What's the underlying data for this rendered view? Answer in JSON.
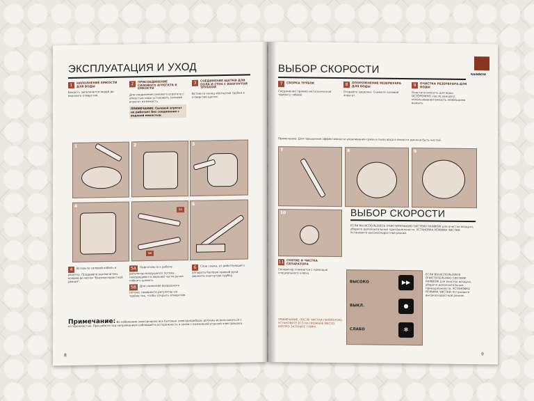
{
  "left_page": {
    "heading": "ЭКСПЛУАТАЦИЯ И УХОД",
    "steps": [
      {
        "num": "1",
        "title": "НАПОЛНЕНИЕ ЕМКОСТИ ДЛЯ ВОДЫ",
        "text": "Емкость заполняется водой до верхнего отверстия."
      },
      {
        "num": "2",
        "title": "ПРИСОЕДИНЕНИЕ СИЛОВОГО АГРЕГАТА К ЕМКОСТИ",
        "text": "Для соединения силового агрегата с емкостью надо установить силовой агрегат на емкость.",
        "note": "ПРИМЕЧАНИЕ: Силовой агрегат не работает без соединения с водяной емкостью."
      },
      {
        "num": "3",
        "title": "СОЕДИНЕНИЕ ЩЕТКИ ДЛЯ ПОЛА И СТЕН С ИЗОГНУТОЙ ТРУБКОЙ",
        "text": "Вставьте конец изогнутой трубки в отверстие щетки."
      }
    ],
    "images": [
      "1",
      "2",
      "3",
      "4",
      "5A",
      "5B",
      "6"
    ],
    "captions": [
      {
        "num": "4",
        "text": "Вставьте силовой кабель в розетку. Продавите выключатель вперед до метки \"Высокоскоростной режим\"."
      },
      {
        "num": "5A",
        "text": "Подготовьте к работе регулятор воздушного потока, находящийся в верхней части ручки гибкого шланга."
      },
      {
        "num": "5B",
        "text": "Для снижения воздушного потока, поверните регулятор на трубке так, чтобы открыть отверстие."
      },
      {
        "num": "6",
        "text": "Слое схема, от действующего аппарата Rainbow правый руки держите изогнутую трубку."
      }
    ],
    "footnote_title": "Примечание:",
    "footnote_text": "Во избежание электрошока все бытовые электроприборы должны использоваться с осторожностью. При работе под напряжением соблюдайте осторожность в связи с возможной угрозой электрошока.",
    "page_number": "8"
  },
  "right_page": {
    "heading": "ВЫБОР СКОРОСТИ",
    "brand": "RAINBOW",
    "steps": [
      {
        "num": "7",
        "title": "СБОРКА ТРУБОК",
        "text": "Соединение прямой металлической трубки с гибкой."
      },
      {
        "num": "8",
        "title": "ОПОРОЖНЕНИЕ РЕЗЕРВУАРА ДЛЯ ВОДЫ",
        "text": "Откройте защелки. Снимите силовой агрегат."
      },
      {
        "num": "9",
        "title": "ОЧИСТКА РЕЗЕРВУАРА ДЛЯ ВОДЫ",
        "text": "Очистите емкость для воды. ОСТОРОЖНО: после каждого использования емкость необходимо вымыть."
      }
    ],
    "middle_note": "Примечание: Для повышения эффективности уловливания грязи и пыли вода в емкости должна быть чистой.",
    "images": [
      "7",
      "8",
      "9",
      "10"
    ],
    "subheading": "ВЫБОР СКОРОСТИ",
    "speed_text": "ЕСЛИ ВЫ ИСПОЛЬЗУЕТЕ ОЧИСТИТЕЛЬНУЮ СИСТЕМУ RAINBOW для очистки воздуха, уберите дополнительные принадлежности. УСТАНОВКА РЕЖИМА ЧИСТКИ: Установите высокоскоростной режим.",
    "step11": {
      "num": "11",
      "title": "СНЯТИЕ И ЧИСТКА СЕПАРАТОРА",
      "text": "Сепаратор снимается с помощью специального ключа."
    },
    "warning": "ПРИМЕЧАНИЕ: ПОСЛЕ ЧИСТКИ СЕПАРАТОРА УСТАНОВИТЕ ЕГО НА ПРЕЖНЕЕ МЕСТО, КРЕПКО ЗАТЯНИТЕ ГАЙКУ.",
    "speed_labels": [
      "ВЫСОКО",
      "ВЫКЛ.",
      "СЛАБО"
    ],
    "page_number": "9"
  }
}
